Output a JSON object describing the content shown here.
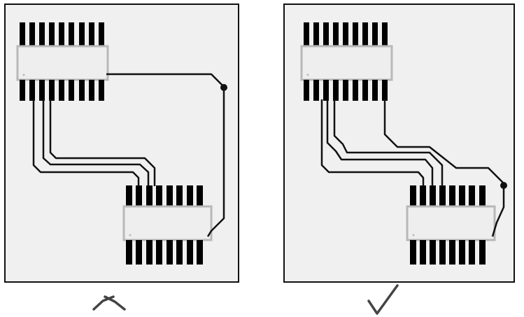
{
  "panels": [
    {
      "id": "wrong",
      "verdict": "incorrect",
      "mark_glyph": "x-mark"
    },
    {
      "id": "right",
      "verdict": "correct",
      "mark_glyph": "check-mark"
    }
  ],
  "colors": {
    "background": "#ffffff",
    "panel_fill": "#f0f0f0",
    "panel_border": "#111111",
    "pins": "#000000",
    "chip_body_fill": "#eeeeee",
    "chip_body_outline": "#b8b8b8",
    "traces": "#111111",
    "marks": "#444444"
  },
  "icons": {
    "x_mark": "x-mark-icon",
    "check_mark": "check-mark-icon",
    "via": "via-dot-icon"
  }
}
